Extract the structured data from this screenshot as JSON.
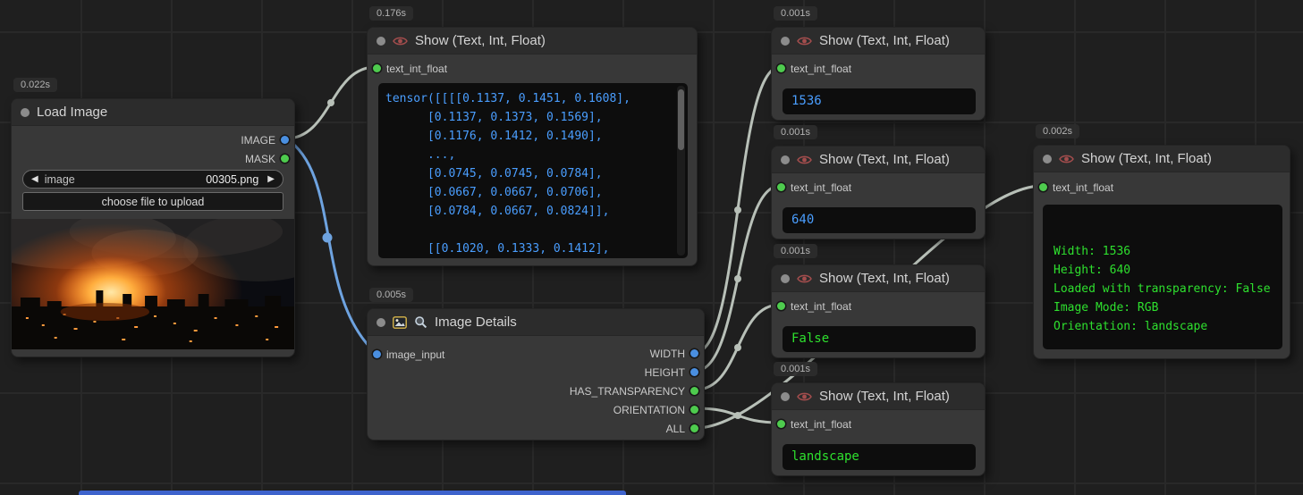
{
  "canvas": {
    "background": "#1f1f1f",
    "grid_color": "#292929",
    "wire_color": "#b8c0b8",
    "image_wire_color": "#6ea3e0",
    "number_color": "#4a9eff",
    "string_color": "#2ee02e",
    "bottom_node_edge_color": "#3e63cc"
  },
  "nodes": {
    "load_image": {
      "timing": "0.022s",
      "title": "Load Image",
      "outputs": [
        {
          "label": "IMAGE",
          "type_color": "#4a8fe0"
        },
        {
          "label": "MASK",
          "type_color": "#4ecb4e"
        }
      ],
      "combo": {
        "prev": "◀",
        "name": "image",
        "value": "00305.png",
        "next": "▶"
      },
      "upload_button": "choose file to upload"
    },
    "show_tensor": {
      "timing": "0.176s",
      "title": "Show (Text, Int, Float)",
      "input_label": "text_int_float",
      "value": "tensor([[[[0.1137, 0.1451, 0.1608],\n      [0.1137, 0.1373, 0.1569],\n      [0.1176, 0.1412, 0.1490],\n      ...,\n      [0.0745, 0.0745, 0.0784],\n      [0.0667, 0.0667, 0.0706],\n      [0.0784, 0.0667, 0.0824]],\n\n      [[0.1020, 0.1333, 0.1412],"
    },
    "image_details": {
      "timing": "0.005s",
      "title": "Image Details",
      "input_label": "image_input",
      "outputs": [
        {
          "label": "WIDTH"
        },
        {
          "label": "HEIGHT"
        },
        {
          "label": "HAS_TRANSPARENCY"
        },
        {
          "label": "ORIENTATION"
        },
        {
          "label": "ALL"
        }
      ]
    },
    "show_width": {
      "timing": "0.001s",
      "title": "Show (Text, Int, Float)",
      "input_label": "text_int_float",
      "value": "1536"
    },
    "show_height": {
      "timing": "0.001s",
      "title": "Show (Text, Int, Float)",
      "input_label": "text_int_float",
      "value": "640"
    },
    "show_transparency": {
      "timing": "0.001s",
      "title": "Show (Text, Int, Float)",
      "input_label": "text_int_float",
      "value": "False"
    },
    "show_orientation": {
      "timing": "0.001s",
      "title": "Show (Text, Int, Float)",
      "input_label": "text_int_float",
      "value": "landscape"
    },
    "show_all": {
      "timing": "0.002s",
      "title": "Show (Text, Int, Float)",
      "input_label": "text_int_float",
      "value": "Width: 1536\nHeight: 640\nLoaded with transparency: False\nImage Mode: RGB\nOrientation: landscape"
    }
  }
}
